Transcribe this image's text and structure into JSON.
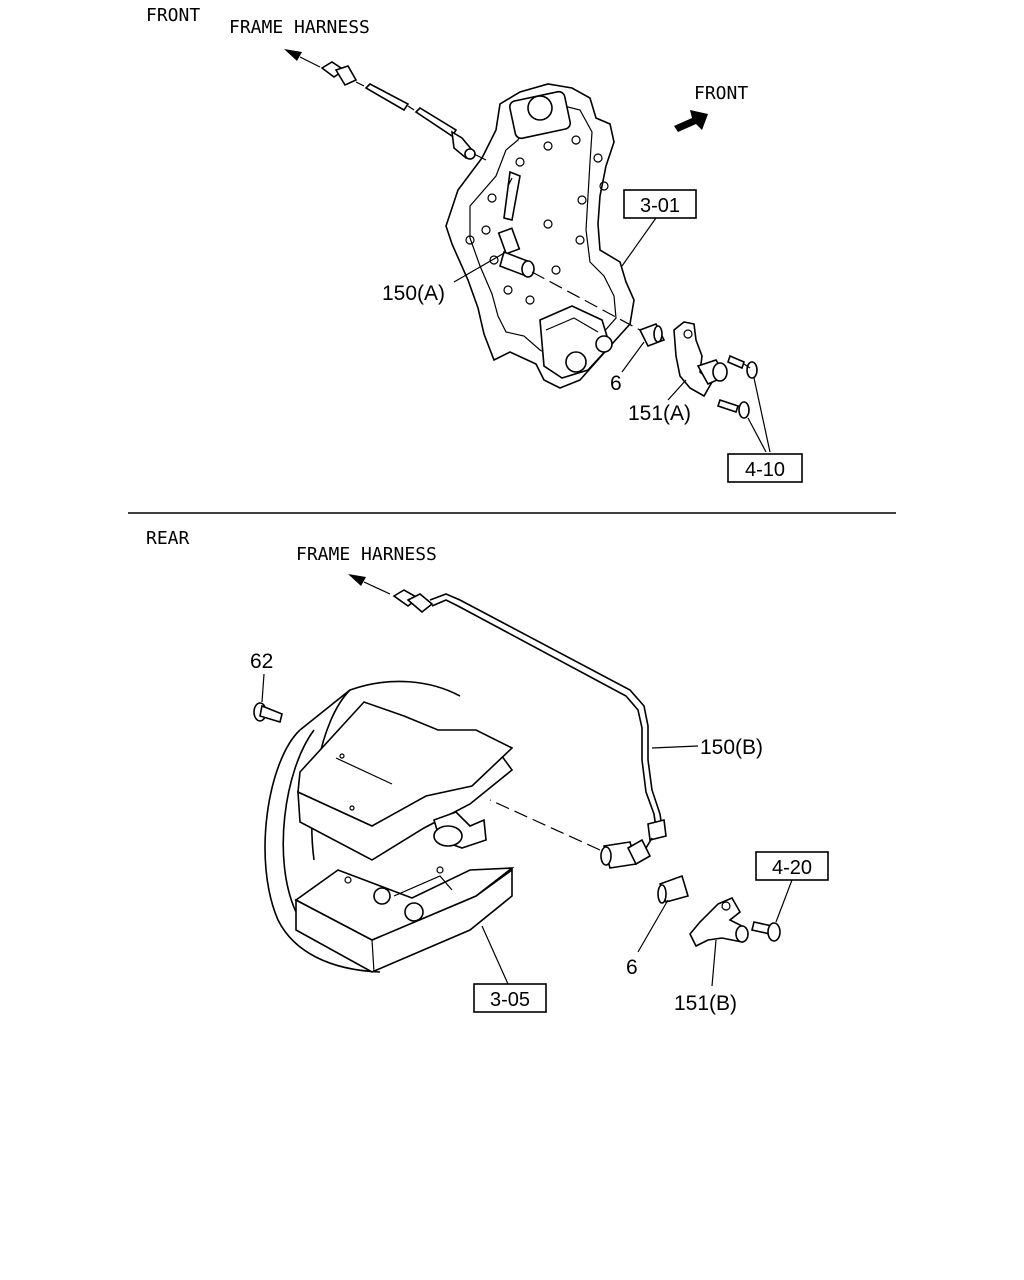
{
  "front_section": {
    "title": "FRONT",
    "harness_label": "FRAME HARNESS",
    "direction_label": "FRONT",
    "ref_plate": "3-01",
    "ref_bolts": "4-10",
    "part_sensor": "150(A)",
    "part_bushing": "6",
    "part_bracket": "151(A)"
  },
  "rear_section": {
    "title": "REAR",
    "harness_label": "FRAME HARNESS",
    "ref_drum": "3-05",
    "ref_bolt": "4-20",
    "part_screw": "62",
    "part_sensor": "150(B)",
    "part_bushing": "6",
    "part_bracket": "151(B)"
  }
}
